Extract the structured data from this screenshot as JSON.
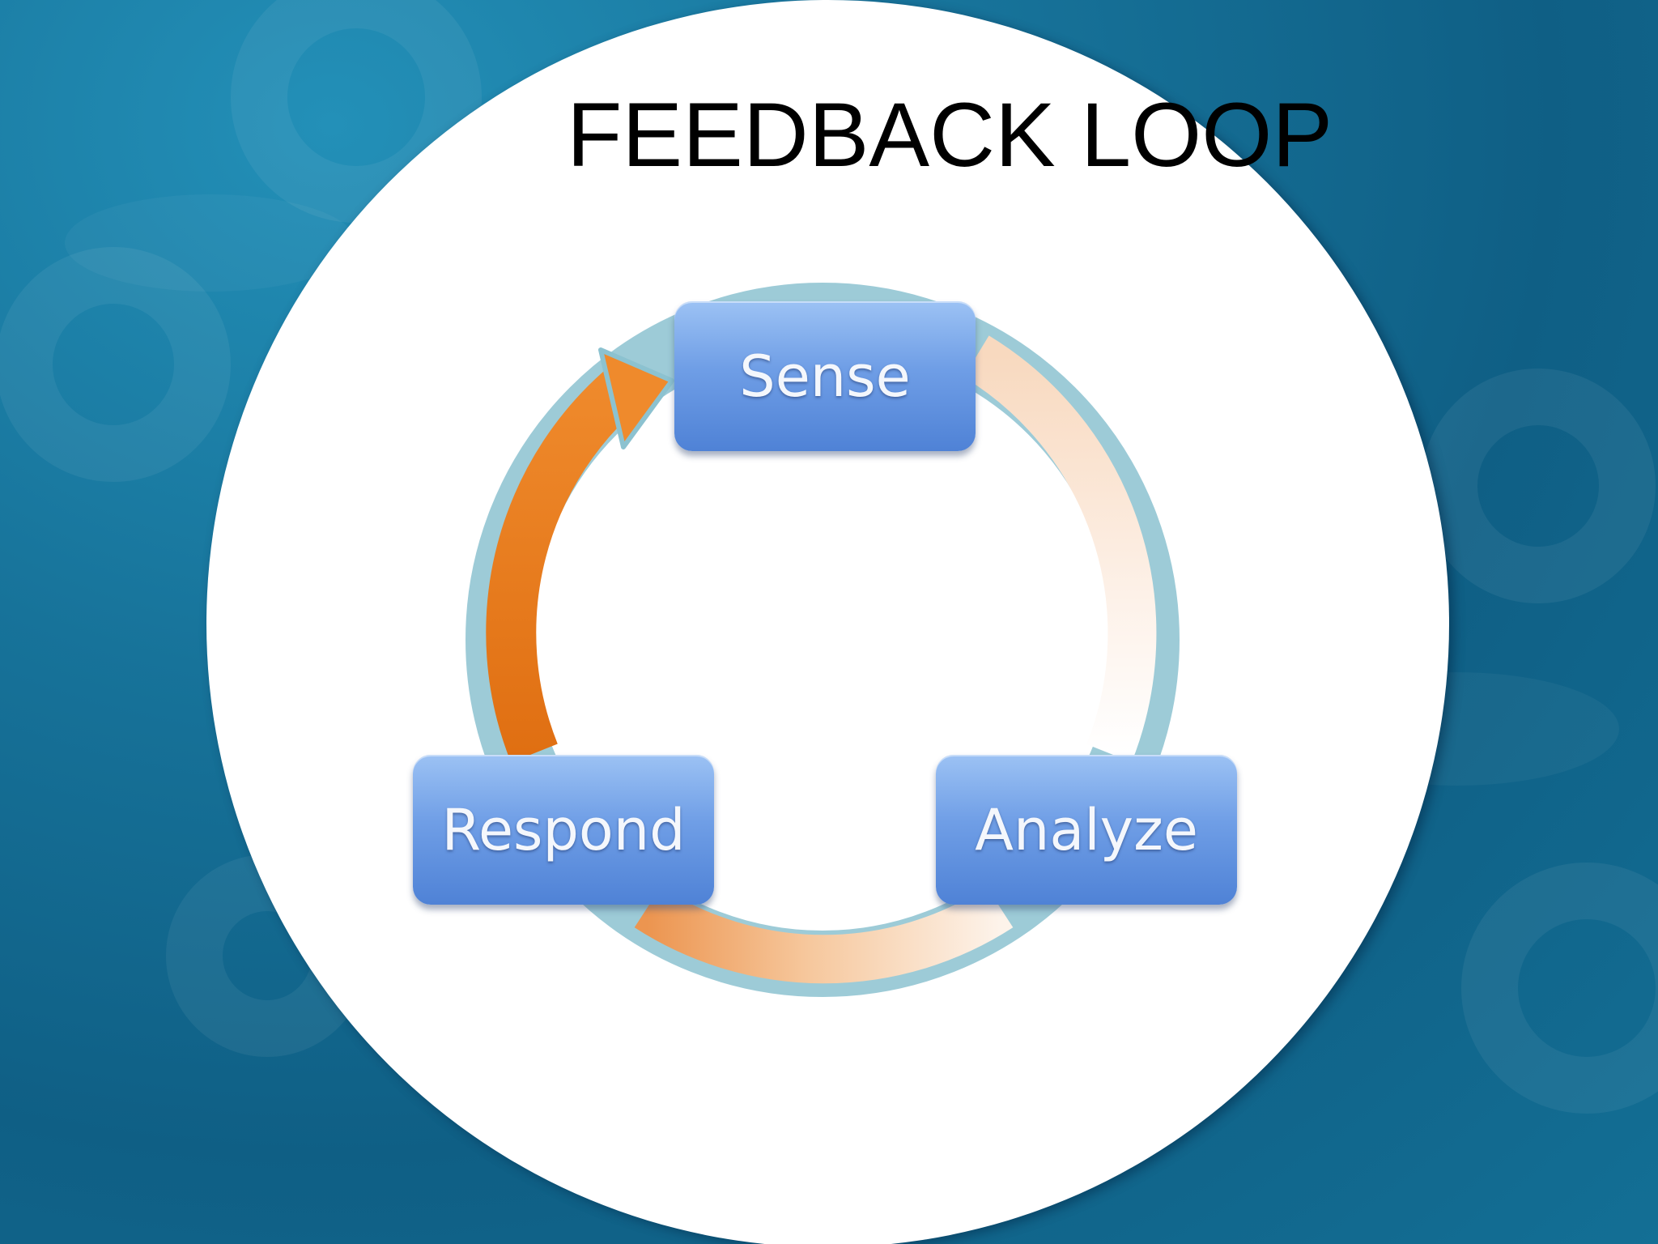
{
  "title": "FEEDBACK LOOP",
  "nodes": {
    "sense": "Sense",
    "analyze": "Analyze",
    "respond": "Respond"
  },
  "colors": {
    "background": "#17739a",
    "circle": "#ffffff",
    "arrow_strong": "#e87b1e",
    "arrow_light": "#fbe9dc",
    "ring_outline": "#7fb8c8",
    "node_fill": "#6f9ee6"
  },
  "flow": [
    "Sense",
    "Analyze",
    "Respond",
    "Sense"
  ]
}
